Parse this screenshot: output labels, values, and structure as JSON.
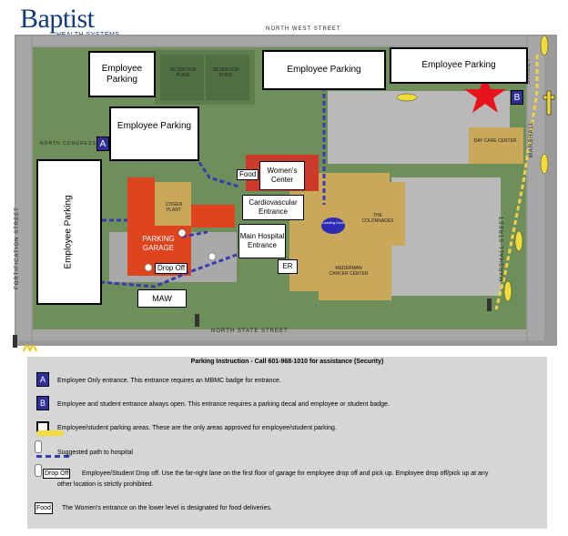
{
  "logo": {
    "name": "Baptist",
    "sub": "HEALTH SYSTEMS"
  },
  "streets": {
    "north_west": "NORTH   WEST   STREET",
    "north_state": "NORTH   STATE   STREET",
    "north_congress": "NORTH CONGRESS STREET",
    "fortification": "FORTIFICATION   STREET",
    "marshall_1": "MARSHALL",
    "marshall_2": "MARSHALL   STREET",
    "marshall_3": "STREET"
  },
  "lots": {
    "top_left": "Employee Parking",
    "mid_left": "Employee Parking",
    "left_tall": "Employee Parking",
    "top_center": "Employee Parking",
    "top_right": "Employee Parking"
  },
  "buildings": {
    "detention_1": "DETENTION POND",
    "detention_2": "DETENTION POND",
    "cogen": "COGEN PLANT",
    "parking_garage": "PARKING GARAGE",
    "womens": "Women's Center",
    "cardio": "Cardiovascular Entrance",
    "main": "Main Hospital Entrance",
    "er": "ER",
    "maw": "MAW",
    "colonnades": "THE COLONNADES",
    "loading": "Loading Dock",
    "daycare": "DAY CARE CENTER",
    "medical_center": "MEDERMAN CANCER CENTER"
  },
  "tags": {
    "food": "Food",
    "drop_off": "Drop Off"
  },
  "entrances": {
    "a": "A",
    "b": "B"
  },
  "legend": {
    "title": "Parking Instruction - Call 601-968-1010 for assistance (Security)",
    "a_badge": "A",
    "a_text": "Employee Only entrance. This entrance requires an MBMC badge for entrance.",
    "b_badge": "B",
    "b_text": "Employee and student entrance always open. This entrance requires a parking decal and employee or student badge.",
    "areas_text": "Employee/student parking areas.  These are the only areas approved for employee/student parking.",
    "path_text": "Suggested path to hospital",
    "drop_tag": "Drop Off",
    "drop_text_1": "Employee/Student  Drop off.  Use the far-right lane on the first floor of garage for employee drop off and pick up. Employee drop off/pick up at any",
    "drop_text_2": "other location is strictly prohibited.",
    "food_tag": "Food",
    "food_text": "The Women's entrance on the lower level is designated for food deliveries."
  },
  "colors": {
    "ground": "#6f8f5a",
    "lot": "#b9b9b9",
    "building_tan": "#c9a85a",
    "garage": "#e0441f",
    "path": "#3a3ab0",
    "badge": "#2f2f9a",
    "star": "#e8141b"
  }
}
